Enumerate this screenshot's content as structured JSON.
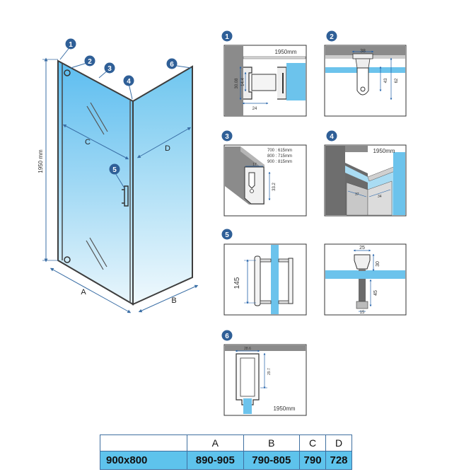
{
  "main_drawing": {
    "height_label": "1950 mm",
    "dim_A": "A",
    "dim_B": "B",
    "dim_C": "C",
    "dim_D": "D",
    "callouts": [
      "1",
      "2",
      "3",
      "4",
      "5",
      "6"
    ]
  },
  "details": {
    "d1": {
      "num": "1",
      "height": "1950mm",
      "v1": "30.08",
      "v2": "14.4",
      "h1": "24"
    },
    "d2": {
      "num": "2",
      "top": "38",
      "v1": "43",
      "v2": "62"
    },
    "d3": {
      "num": "3",
      "line1": "700 : 615mm",
      "line2": "800 : 715mm",
      "line3": "900 : 815mm",
      "w": "17",
      "h": "33.2"
    },
    "d4": {
      "num": "4",
      "height": "1950mm",
      "a": "37",
      "b": "34"
    },
    "d5": {
      "num": "5",
      "h": "145"
    },
    "d5b": {
      "top": "25",
      "v1": "30",
      "v2": "45",
      "bottom": "15"
    },
    "d6": {
      "num": "6",
      "top": "28.6",
      "v": "29.7",
      "height": "1950mm"
    }
  },
  "table": {
    "headers": [
      "",
      "A",
      "B",
      "C",
      "D"
    ],
    "row": [
      "900x800",
      "890-905",
      "790-805",
      "790",
      "728"
    ]
  }
}
